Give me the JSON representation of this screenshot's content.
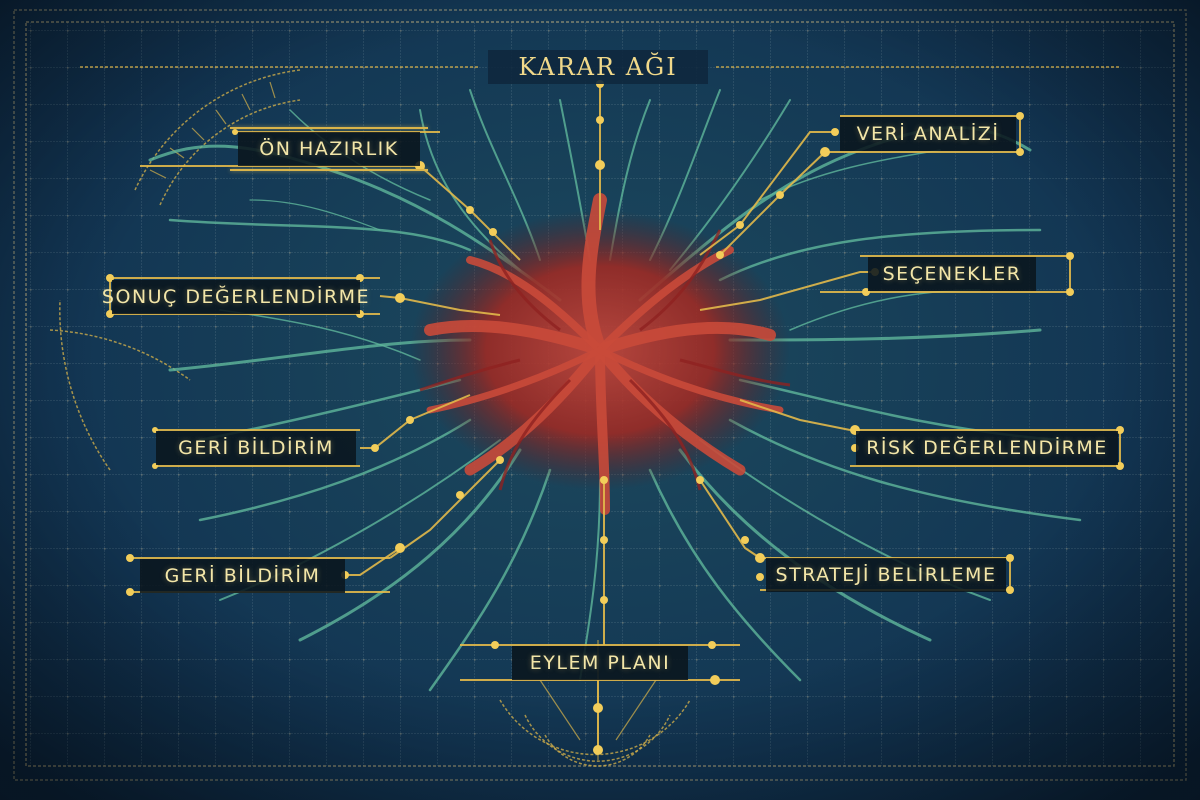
{
  "diagram": {
    "title": "KARAR AĞI",
    "center": {
      "type": "red-root-core",
      "color": "#b3372b"
    },
    "branch_color": "#5fb79b",
    "connector_color": "#e2b94a",
    "background_color": "#143a56",
    "grid_color": "#7d96a0",
    "nodes": [
      {
        "id": "on-hazirlik",
        "label": "ÖN HAZIRLIK",
        "side": "left"
      },
      {
        "id": "veri-analizi",
        "label": "VERİ ANALİZİ",
        "side": "right"
      },
      {
        "id": "sonuc-degerlendirme",
        "label": "SONUÇ DEĞERLENDİRME",
        "side": "left"
      },
      {
        "id": "secenekler",
        "label": "SEÇENEKLER",
        "side": "right"
      },
      {
        "id": "geri-bildirim-1",
        "label": "GERİ BİLDİRİM",
        "side": "left"
      },
      {
        "id": "risk-degerlendirme",
        "label": "RİSK DEĞERLENDİRME",
        "side": "right"
      },
      {
        "id": "geri-bildirim-2",
        "label": "GERİ BİLDİRİM",
        "side": "left"
      },
      {
        "id": "strateji-belirleme",
        "label": "STRATEJİ BELİRLEME",
        "side": "right"
      },
      {
        "id": "eylem-plani",
        "label": "EYLEM PLANI",
        "side": "bottom"
      }
    ]
  }
}
